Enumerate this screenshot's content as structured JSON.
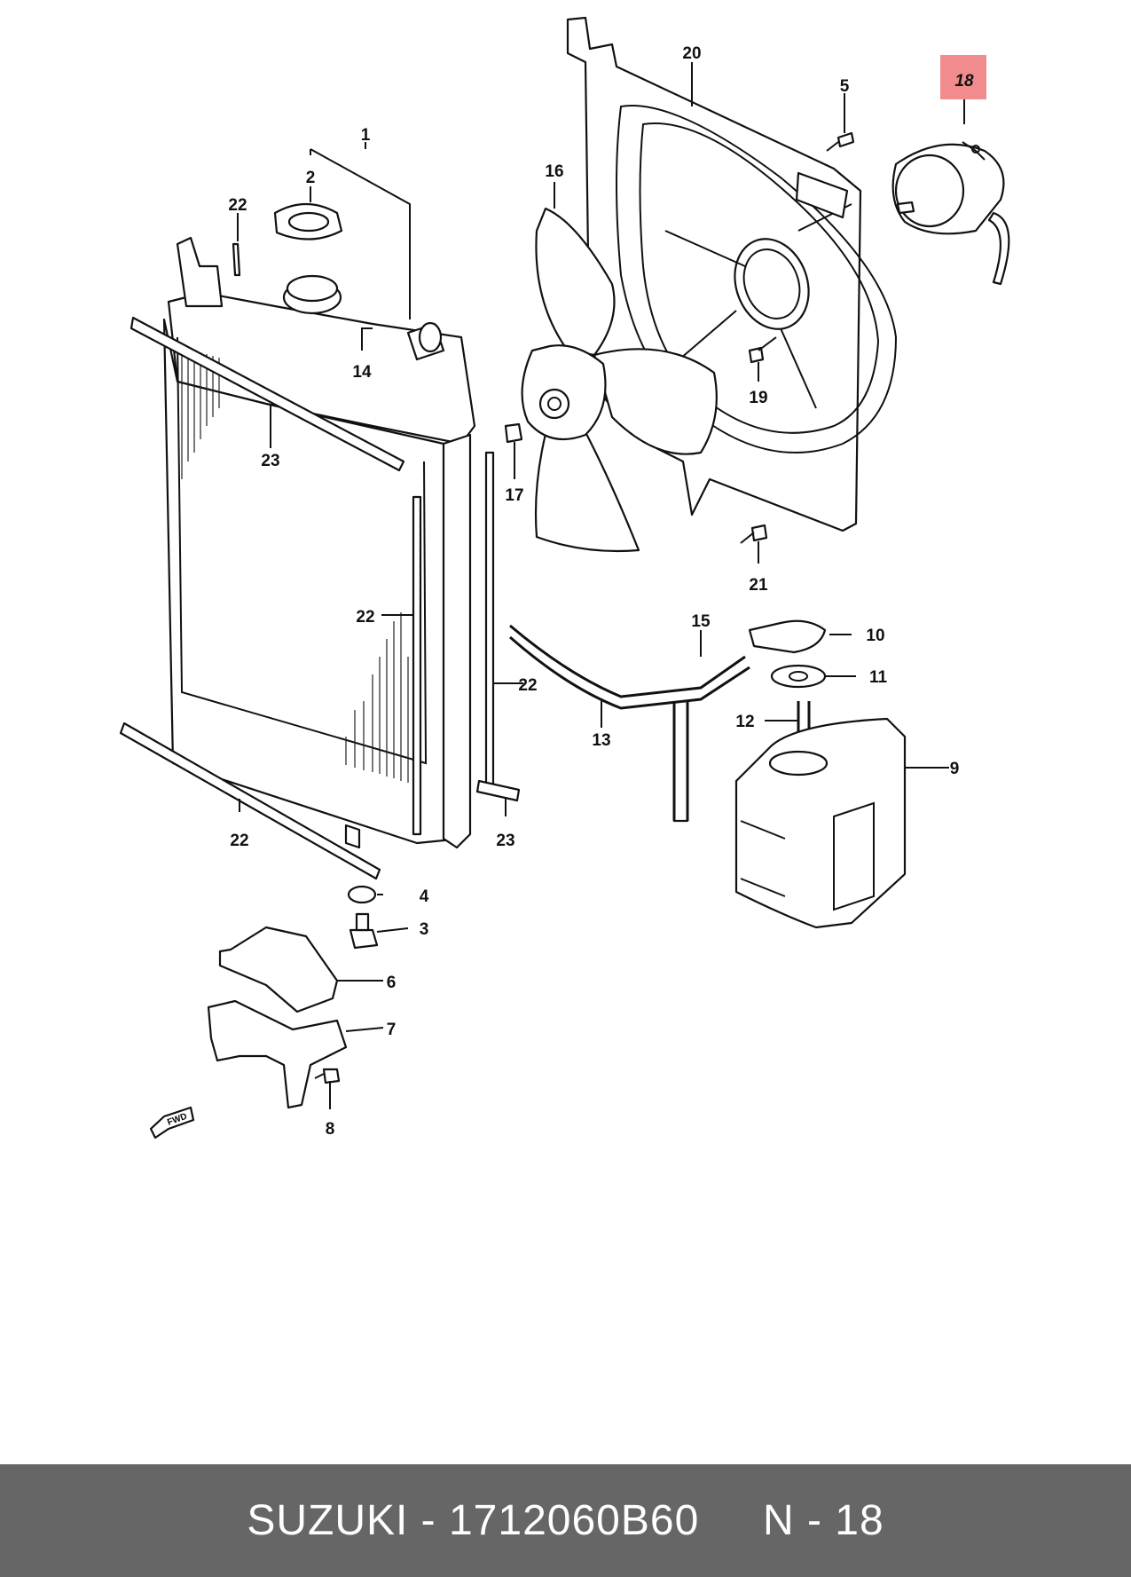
{
  "diagram": {
    "callouts": [
      "1",
      "2",
      "3",
      "4",
      "5",
      "6",
      "7",
      "8",
      "9",
      "10",
      "11",
      "12",
      "13",
      "14",
      "15",
      "16",
      "17",
      "18",
      "19",
      "20",
      "21",
      "22",
      "23"
    ],
    "highlighted_callout": "18",
    "highlight_color": "#f28b8b",
    "fwd_label": "FWD"
  },
  "footer": {
    "brand": "SUZUKI",
    "separator": " - ",
    "part_number": "1712060B60",
    "gap": "     ",
    "page_ref": "N - 18",
    "background": "#666666"
  }
}
